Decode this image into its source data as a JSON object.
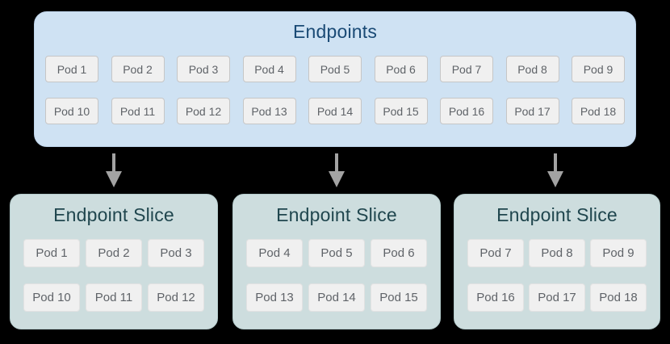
{
  "canvas": {
    "background": "#000000"
  },
  "colors": {
    "endpoints_box_bg": "#cfe2f3",
    "endpoints_title": "#1a4a75",
    "slice_box_bg": "#cdddde",
    "slice_title": "#20464e",
    "pod_bg": "#f0f0f0",
    "pod_border": "#c6c6c6",
    "pod_text": "#5f6368",
    "arrow": "#a3a3a3"
  },
  "endpoints": {
    "title": "Endpoints",
    "rows": [
      [
        "Pod 1",
        "Pod 2",
        "Pod 3",
        "Pod 4",
        "Pod 5",
        "Pod 6",
        "Pod 7",
        "Pod 8",
        "Pod 9"
      ],
      [
        "Pod 10",
        "Pod 11",
        "Pod 12",
        "Pod 13",
        "Pod 14",
        "Pod 15",
        "Pod 16",
        "Pod 17",
        "Pod 18"
      ]
    ]
  },
  "arrows": {
    "icon": "arrow-down-icon",
    "count": 3
  },
  "slices": [
    {
      "title": "Endpoint Slice",
      "rows": [
        [
          "Pod 1",
          "Pod 2",
          "Pod 3"
        ],
        [
          "Pod 10",
          "Pod 11",
          "Pod 12"
        ]
      ]
    },
    {
      "title": "Endpoint Slice",
      "rows": [
        [
          "Pod 4",
          "Pod 5",
          "Pod 6"
        ],
        [
          "Pod 13",
          "Pod 14",
          "Pod 15"
        ]
      ]
    },
    {
      "title": "Endpoint Slice",
      "rows": [
        [
          "Pod 7",
          "Pod 8",
          "Pod 9"
        ],
        [
          "Pod 16",
          "Pod 17",
          "Pod 18"
        ]
      ]
    }
  ]
}
